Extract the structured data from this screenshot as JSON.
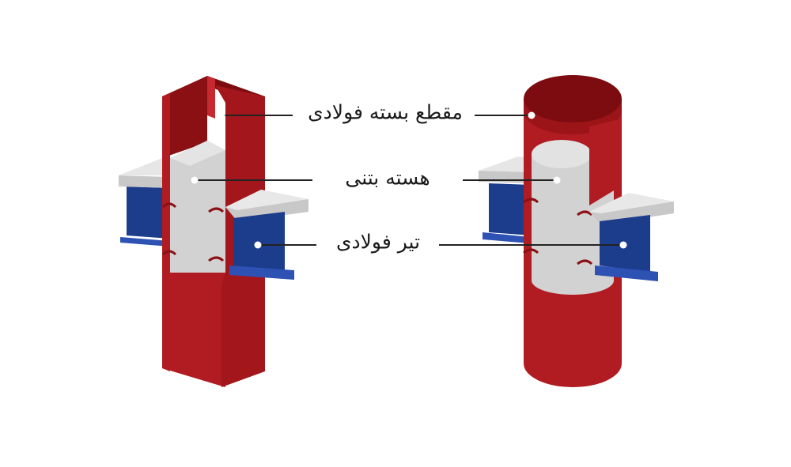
{
  "labels": {
    "steel_shell": "مقطع بسته فولادی",
    "concrete_core": "هسته بتنی",
    "steel_beam": "تیر فولادی"
  },
  "colors": {
    "steel_red": "#b01c22",
    "steel_red_dark": "#7d0c10",
    "steel_red_mid": "#9a1418",
    "concrete": "#d7d7d7",
    "concrete_dark": "#bfbfbf",
    "beam_blue": "#1c3c8c",
    "beam_blue_dark": "#122a66",
    "beam_flange": "#2d52b4",
    "leader": "#222222",
    "marker": "#ffffff"
  },
  "icons": {
    "left_column": "square-concrete-filled-steel-tube",
    "right_column": "circular-concrete-filled-steel-tube"
  }
}
